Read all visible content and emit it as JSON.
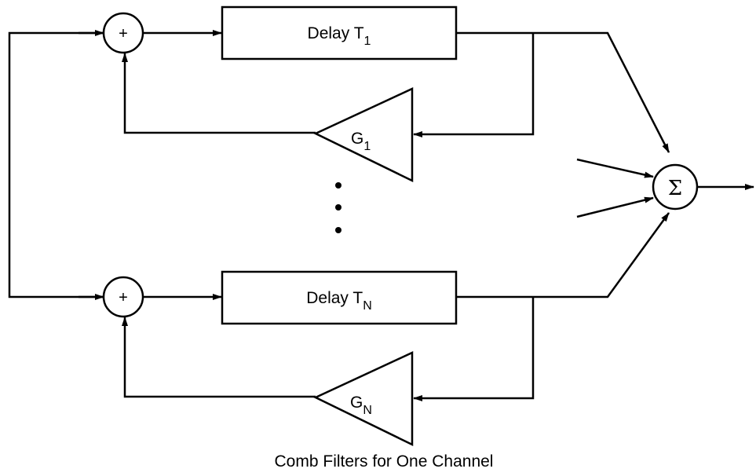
{
  "diagram": {
    "caption": "Comb Filters for One Channel",
    "adder_symbol": "+",
    "sum_symbol": "Σ",
    "filters": [
      {
        "delay_text": "Delay T",
        "delay_sub": "1",
        "gain_text": "G",
        "gain_sub": "1"
      },
      {
        "delay_text": "Delay T",
        "delay_sub": "N",
        "gain_text": "G",
        "gain_sub": "N"
      }
    ],
    "ellipsis_dots": 3
  }
}
